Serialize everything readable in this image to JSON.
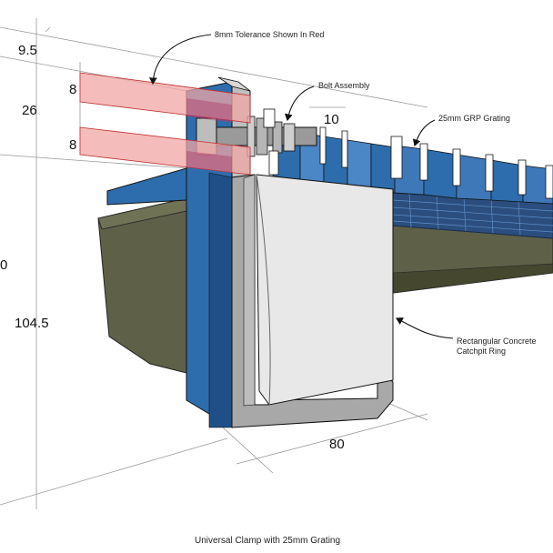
{
  "labels": {
    "tolerance": "8mm Tolerance Shown In Red",
    "bolt": "Bolt Assembly",
    "grating": "25mm GRP Grating",
    "ring_line1": "Rectangular Concrete",
    "ring_line2": "Catchpit Ring",
    "caption": "Universal Clamp with 25mm Grating"
  },
  "dimensions": {
    "top": "9.5",
    "upper_band": "8",
    "left_height": "26",
    "lower_band": "8",
    "gap": "10",
    "partial": "0",
    "total_height": "104.5",
    "width": "80"
  },
  "colors": {
    "clamp_blue": "#2e6dad",
    "clamp_blue_dark": "#1f4f86",
    "concrete": "#5e6048",
    "concrete_dark": "#45472f",
    "grating_blue": "#3f78b8",
    "tolerance_red": "#f2a6a6",
    "steel_grey": "#a8a8a8"
  }
}
